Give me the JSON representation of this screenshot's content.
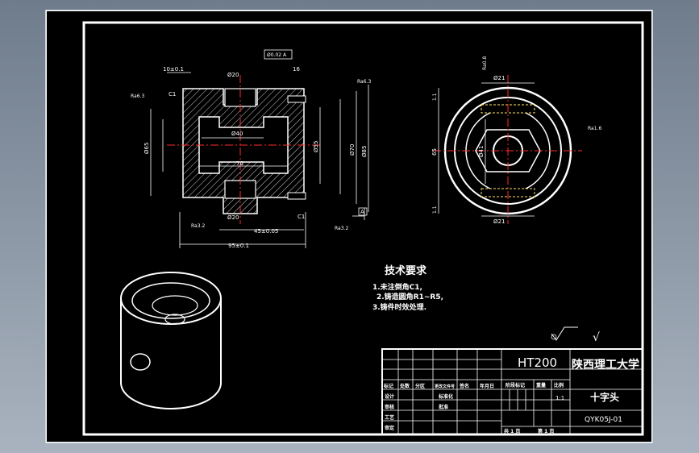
{
  "drawing": {
    "title_block": {
      "material": "HT200",
      "school": "陕西理工大学",
      "part_name": "十字头",
      "drawing_no": "QYK05J-01",
      "scale": "1:1",
      "header_labels": [
        "标记",
        "处数",
        "分区",
        "更改文件号",
        "签名",
        "年月日"
      ],
      "row_labels": [
        "设计",
        "审核",
        "工艺",
        "审定"
      ],
      "cell_labels": [
        "标准化",
        "批准",
        "阶段标记",
        "重量",
        "比例"
      ],
      "sheet_total": "共 1 页",
      "sheet_no": "第 1 页"
    },
    "tech_requirements": {
      "title": "技术要求",
      "items": [
        "1.未注倒角C1,",
        "2.铸造圆角R1~R5,",
        "3.铸件时效处理."
      ]
    },
    "dimensions": {
      "d20_top": "Ø20",
      "d20_bottom": "Ø20",
      "d40": "Ø40",
      "len70": "70",
      "len10": "10±0.1",
      "len16": "16",
      "len45": "45±0.05",
      "len95": "95±0.1",
      "d65": "Ø65",
      "d55": "Ø55",
      "d70": "Ø70",
      "d85": "Ø85",
      "c1": "C1",
      "ra63": "Ra6.3",
      "ra32": "Ra3.2",
      "ra16": "Ra1.6",
      "tol_box": "Ø0.02 A",
      "datum": "A",
      "d21": "Ø21",
      "d41": "Ø41",
      "r65": "65",
      "tol1": "1.1",
      "ra08": "Ra0.8"
    },
    "surface_symbol": "√"
  }
}
